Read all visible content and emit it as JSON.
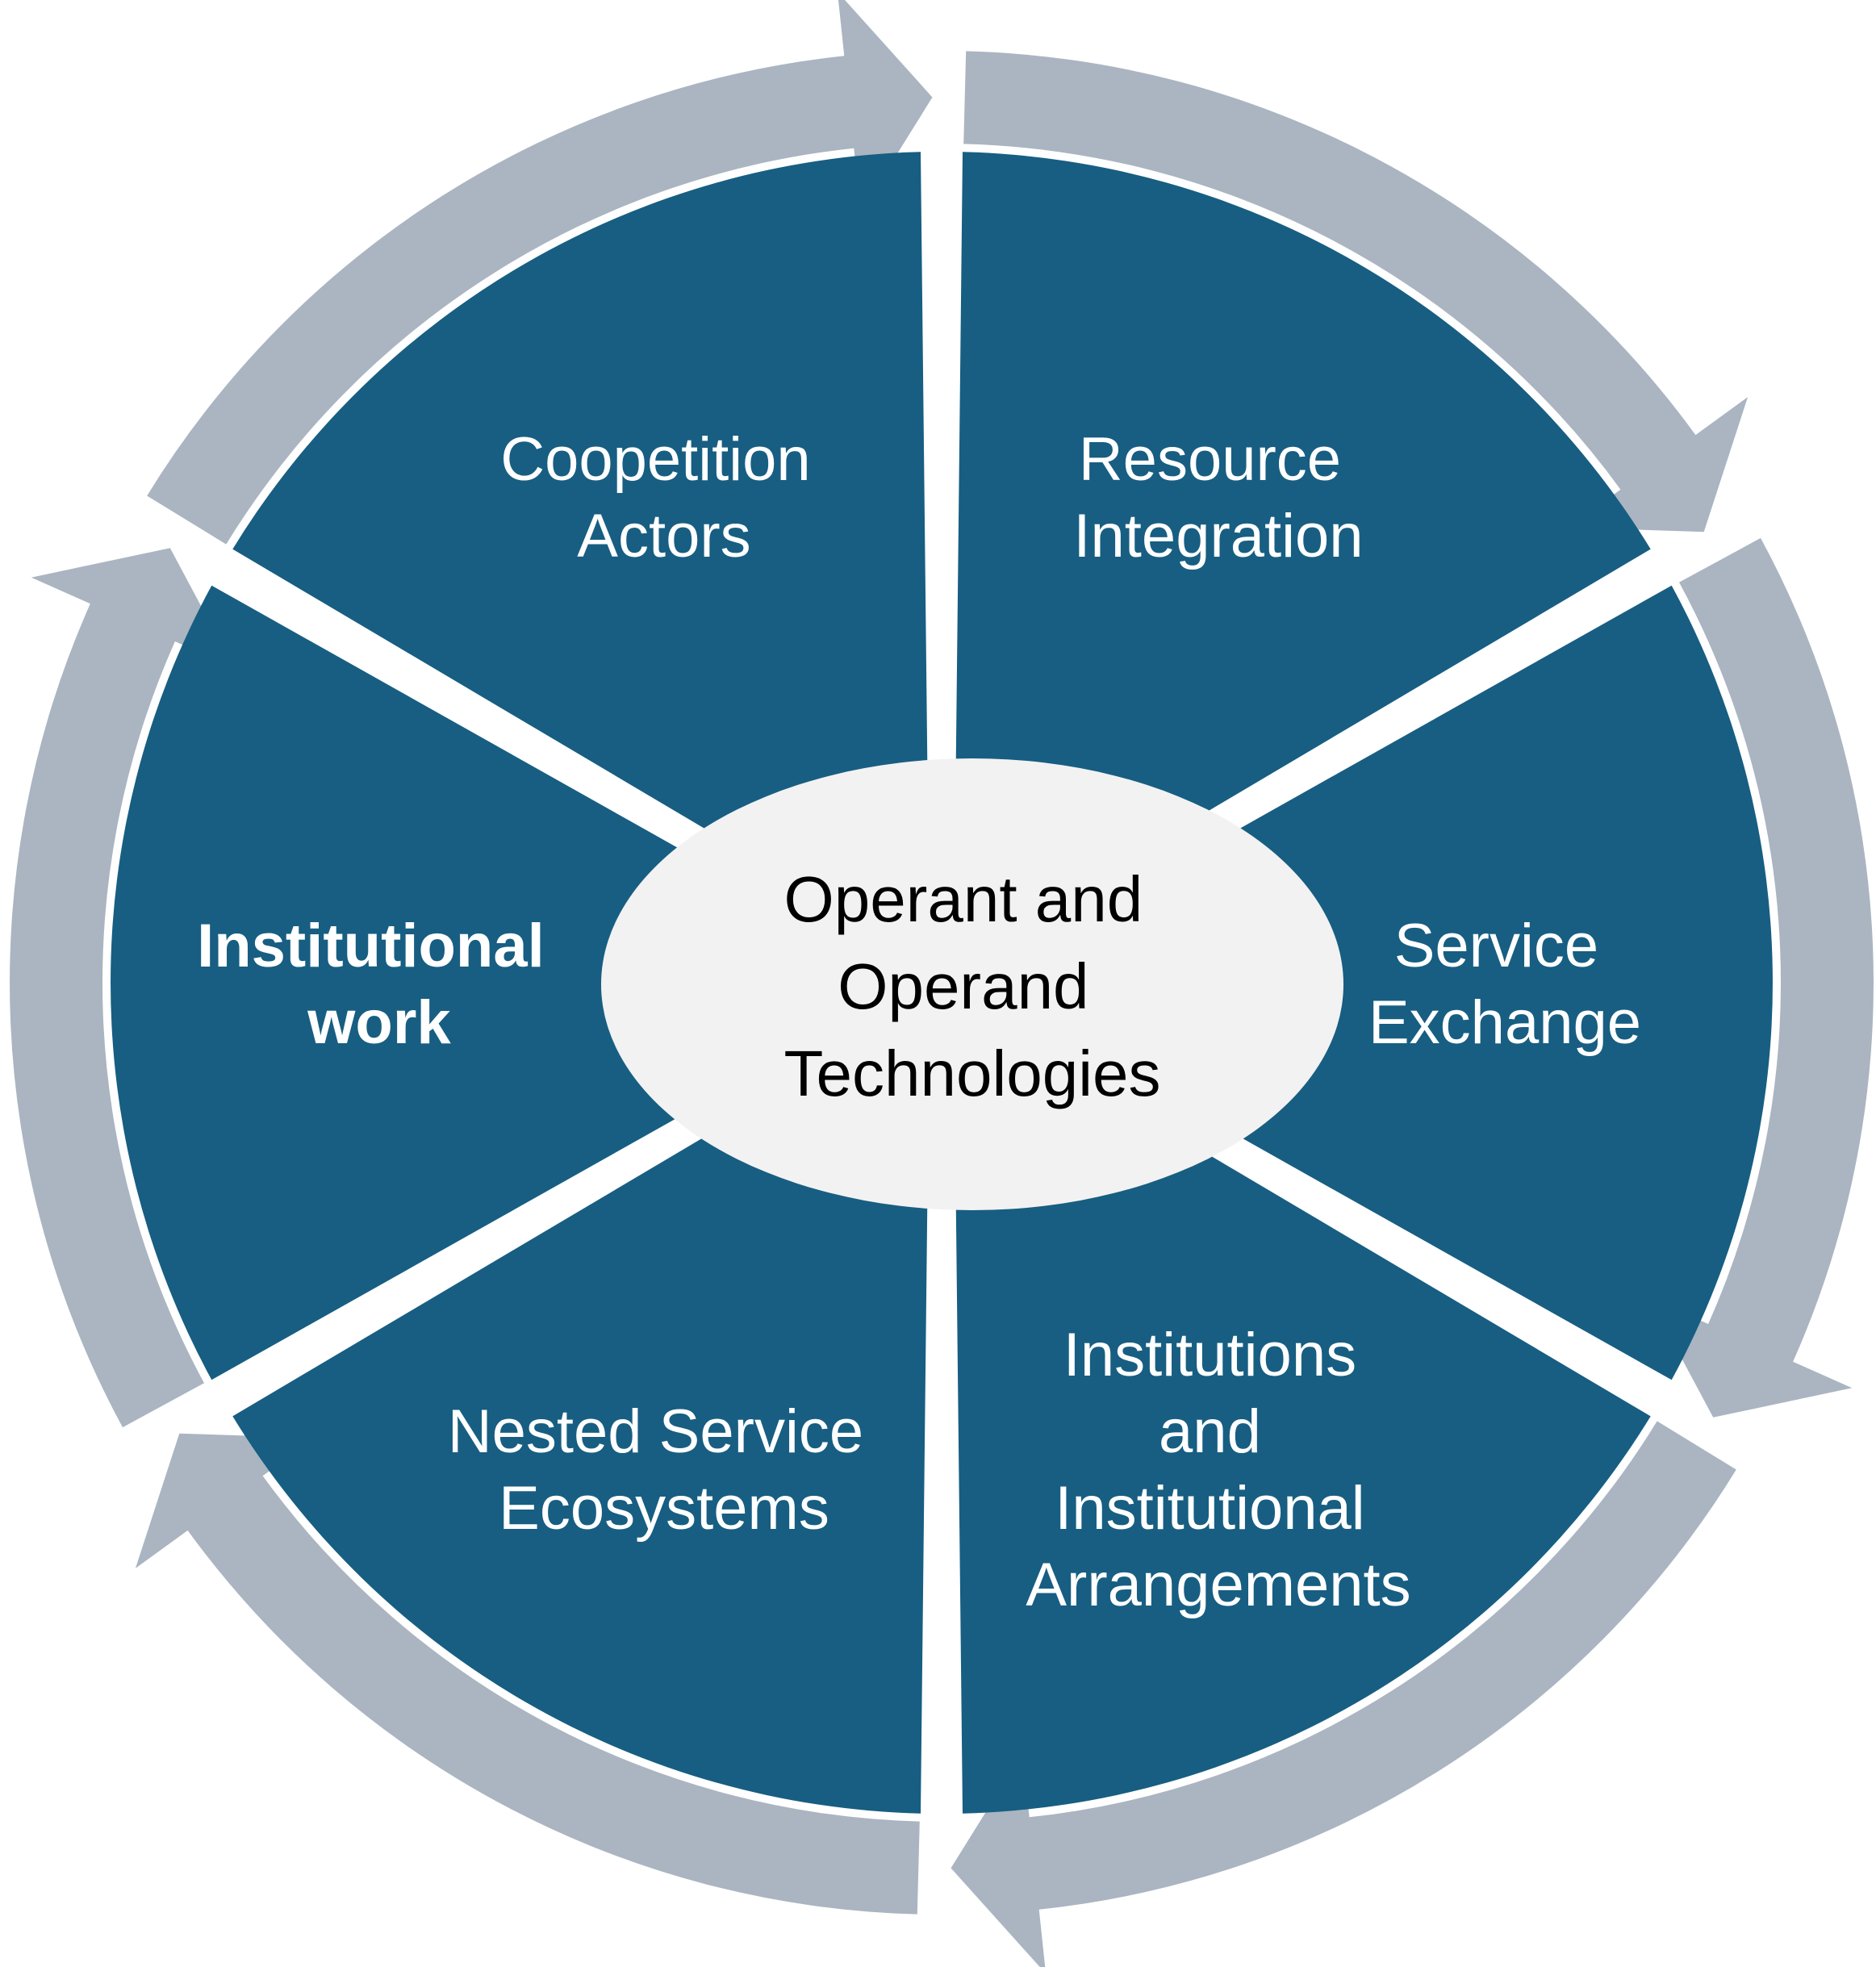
{
  "diagram": {
    "colors": {
      "segment_fill": "#175e82",
      "arrow_fill": "#aab5c1",
      "center_fill": "#f2f2f2",
      "center_text": "#000000",
      "segment_text": "#ffffff",
      "background": "#ffffff"
    },
    "center": {
      "lines": [
        "Operant and",
        "Operand",
        "Technologies"
      ]
    },
    "segments": [
      {
        "id": "coopetition-actors",
        "lines": [
          "Coopetition",
          "Actors"
        ],
        "bold": false
      },
      {
        "id": "resource-integration",
        "lines": [
          "Resource",
          "Integration"
        ],
        "bold": false
      },
      {
        "id": "service-exchange",
        "lines": [
          "Service",
          "Exchange"
        ],
        "bold": false
      },
      {
        "id": "institutions-and-institutional-arrangements",
        "lines": [
          "Institutions",
          "and",
          "Institutional",
          "Arrangements"
        ],
        "bold": false
      },
      {
        "id": "nested-service-ecosystems",
        "lines": [
          "Nested Service",
          "Ecosystems"
        ],
        "bold": false
      },
      {
        "id": "institutional-work",
        "lines": [
          "Institutional",
          "work"
        ],
        "bold": true
      }
    ]
  }
}
